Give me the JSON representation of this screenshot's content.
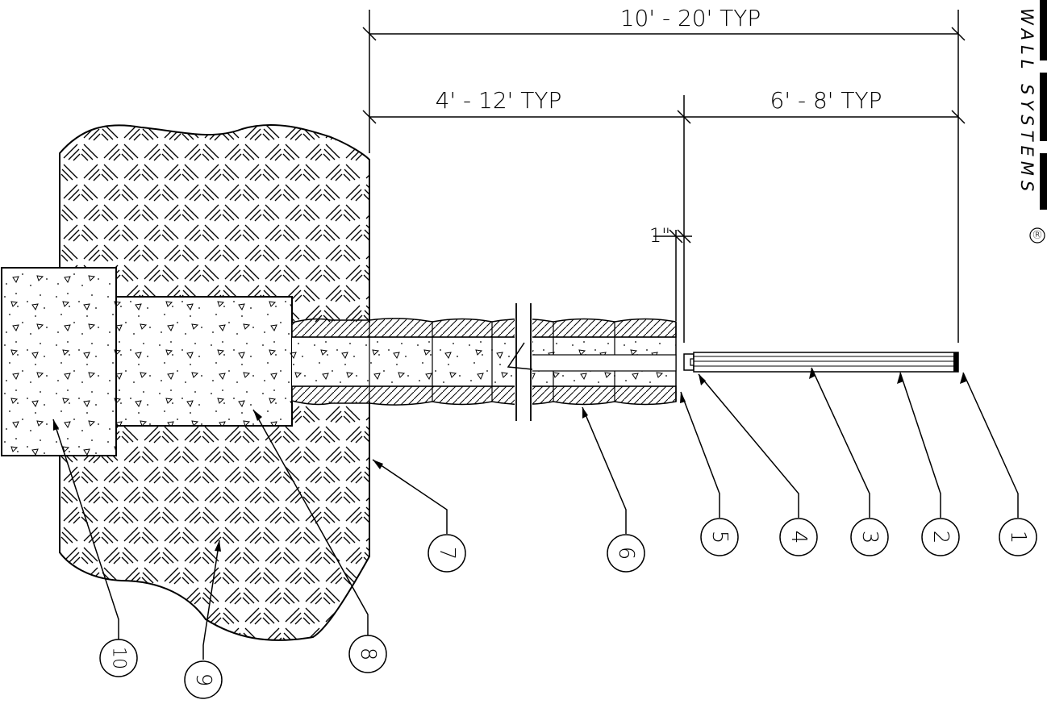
{
  "dimensions": {
    "overall": "10' - 20' TYP",
    "embedment": "4' - 12' TYP",
    "exposed": "6' - 8' TYP",
    "clearance": "1\""
  },
  "brand": {
    "text": "WALL SYSTEMS",
    "registered_mark": "®"
  },
  "callouts": [
    "1",
    "2",
    "3",
    "4",
    "5",
    "6",
    "7",
    "8",
    "9",
    "10"
  ]
}
